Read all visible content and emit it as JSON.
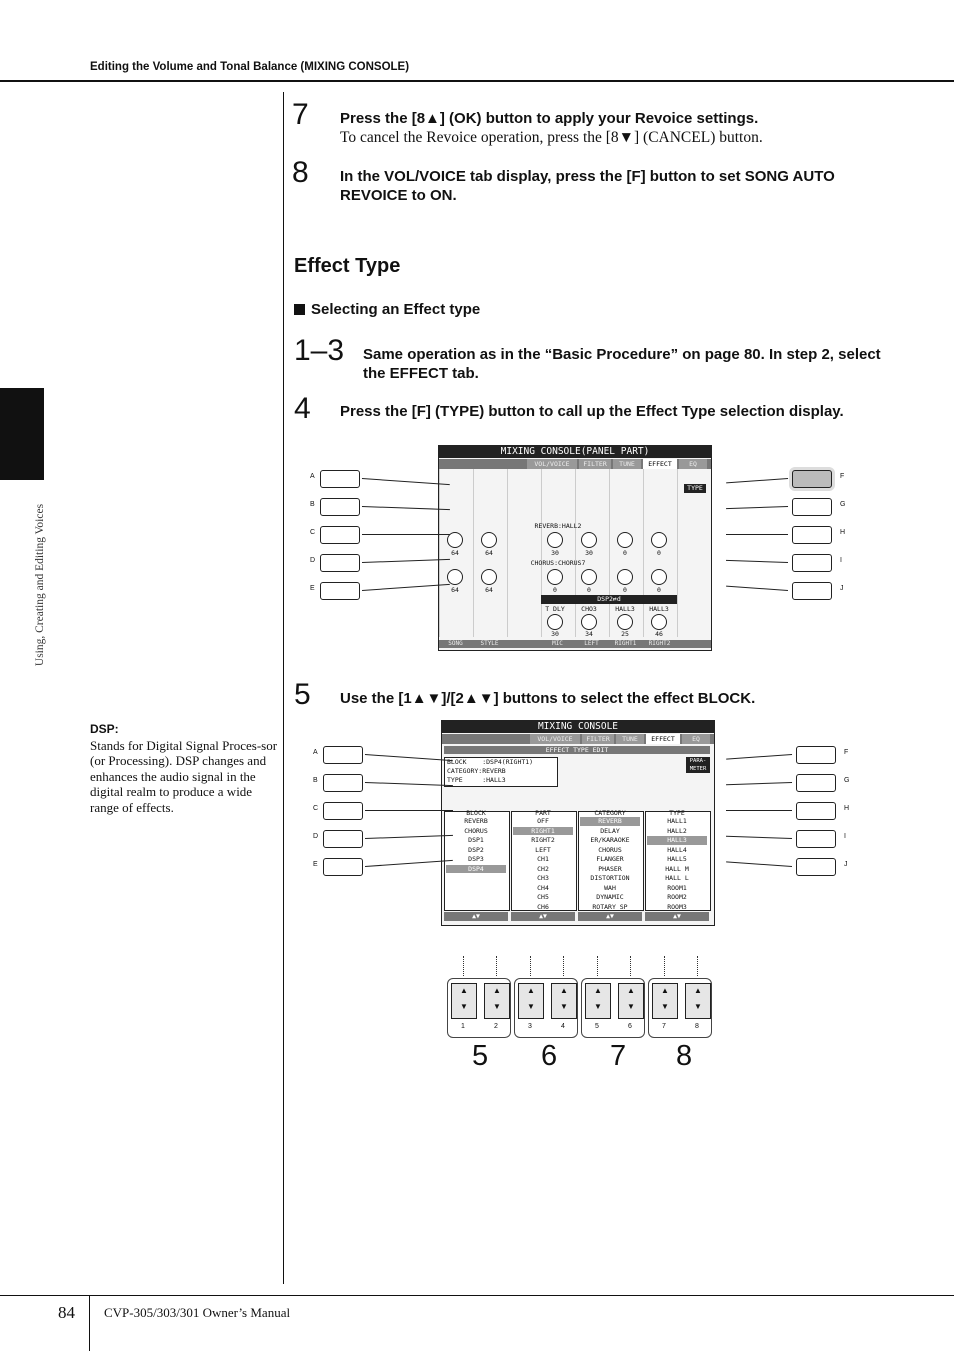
{
  "header": {
    "title": "Editing the Volume and Tonal Balance (MIXING CONSOLE)"
  },
  "side_tab": {
    "label": "Using, Creating and Editing Voices"
  },
  "steps": [
    {
      "num": "7",
      "text": "Press the [8▲] (OK) button to apply your Revoice settings.",
      "sub": "To cancel the Revoice operation, press the [8▼] (CANCEL) button."
    },
    {
      "num": "8",
      "text": "In the VOL/VOICE tab display, press the [F] button to set SONG AUTO REVOICE to ON."
    }
  ],
  "section": {
    "title": "Effect Type",
    "subtitle": "Selecting an Effect type"
  },
  "steps2": [
    {
      "num": "1–3",
      "text": "Same operation as in the “Basic Procedure” on page 80. In step 2, select the EFFECT tab."
    },
    {
      "num": "4",
      "text": "Press the [F] (TYPE) button to call up the Effect Type selection display."
    },
    {
      "num": "5",
      "text": "Use the [1▲▼]/[2▲▼] buttons to select the effect BLOCK."
    }
  ],
  "note": {
    "term": "DSP:",
    "text": "Stands for Digital Signal Proces-sor (or Processing). DSP changes and enhances the audio signal in the digital realm to produce a wide range of effects."
  },
  "screen1": {
    "title": "MIXING CONSOLE(PANEL PART)",
    "tabs": [
      "VOL/VOICE",
      "FILTER",
      "TUNE",
      "EFFECT",
      "EQ"
    ],
    "type_btn": "TYPE",
    "reverb_label": "REVERB:HALL2",
    "reverb_values": [
      "64",
      "64",
      "30",
      "30",
      "0",
      "0"
    ],
    "chorus_label": "CHORUS:CHORUS7",
    "chorus_values": [
      "64",
      "64",
      "0",
      "0",
      "0",
      "0"
    ],
    "dsp_label": "DSP2⇄d",
    "dsp_params": [
      "T DLY",
      "CHO3",
      "HALL3",
      "HALL3"
    ],
    "dsp_values": [
      "30",
      "34",
      "25",
      "46"
    ],
    "bottom": [
      "SONG",
      "STYLE",
      "",
      "MIC",
      "LEFT",
      "RIGHT1",
      "RIGHT2"
    ]
  },
  "screen2": {
    "title": "MIXING CONSOLE",
    "tabs": [
      "VOL/VOICE",
      "FILTER",
      "TUNE",
      "EFFECT",
      "EQ"
    ],
    "sub": "EFFECT TYPE EDIT",
    "info": [
      "BLOCK    :DSP4(RIGHT1)",
      "CATEGORY:REVERB",
      "TYPE     :HALL3"
    ],
    "param_btn": "PARA-METER",
    "lists": [
      {
        "head": "BLOCK",
        "items": [
          "REVERB",
          "CHORUS",
          "DSP1",
          "DSP2",
          "DSP3",
          "DSP4"
        ],
        "sel": 5
      },
      {
        "head": "PART",
        "items": [
          "OFF",
          "RIGHT1",
          "RIGHT2",
          "LEFT",
          "CH1",
          "CH2",
          "CH3",
          "CH4",
          "CH5",
          "CH6"
        ],
        "sel": 1
      },
      {
        "head": "CATEGORY",
        "items": [
          "REVERB",
          "DELAY",
          "ER/KARAOKE",
          "CHORUS",
          "FLANGER",
          "PHASER",
          "DISTORTION",
          "WAH",
          "DYNAMIC",
          "ROTARY SP"
        ],
        "sel": 0
      },
      {
        "head": "TYPE",
        "items": [
          "HALL1",
          "HALL2",
          "HALL3",
          "HALL4",
          "HALL5",
          "HALL M",
          "HALL L",
          "ROOM1",
          "ROOM2",
          "ROOM3"
        ],
        "sel": 2
      }
    ]
  },
  "left_buttons": [
    "A",
    "B",
    "C",
    "D",
    "E"
  ],
  "right_buttons": [
    "F",
    "G",
    "H",
    "I",
    "J"
  ],
  "number_buttons": [
    "1",
    "2",
    "3",
    "4",
    "5",
    "6",
    "7",
    "8"
  ],
  "big_digits": [
    "5",
    "6",
    "7",
    "8"
  ],
  "footer": {
    "page": "84",
    "manual": "CVP-305/303/301 Owner’s Manual"
  }
}
